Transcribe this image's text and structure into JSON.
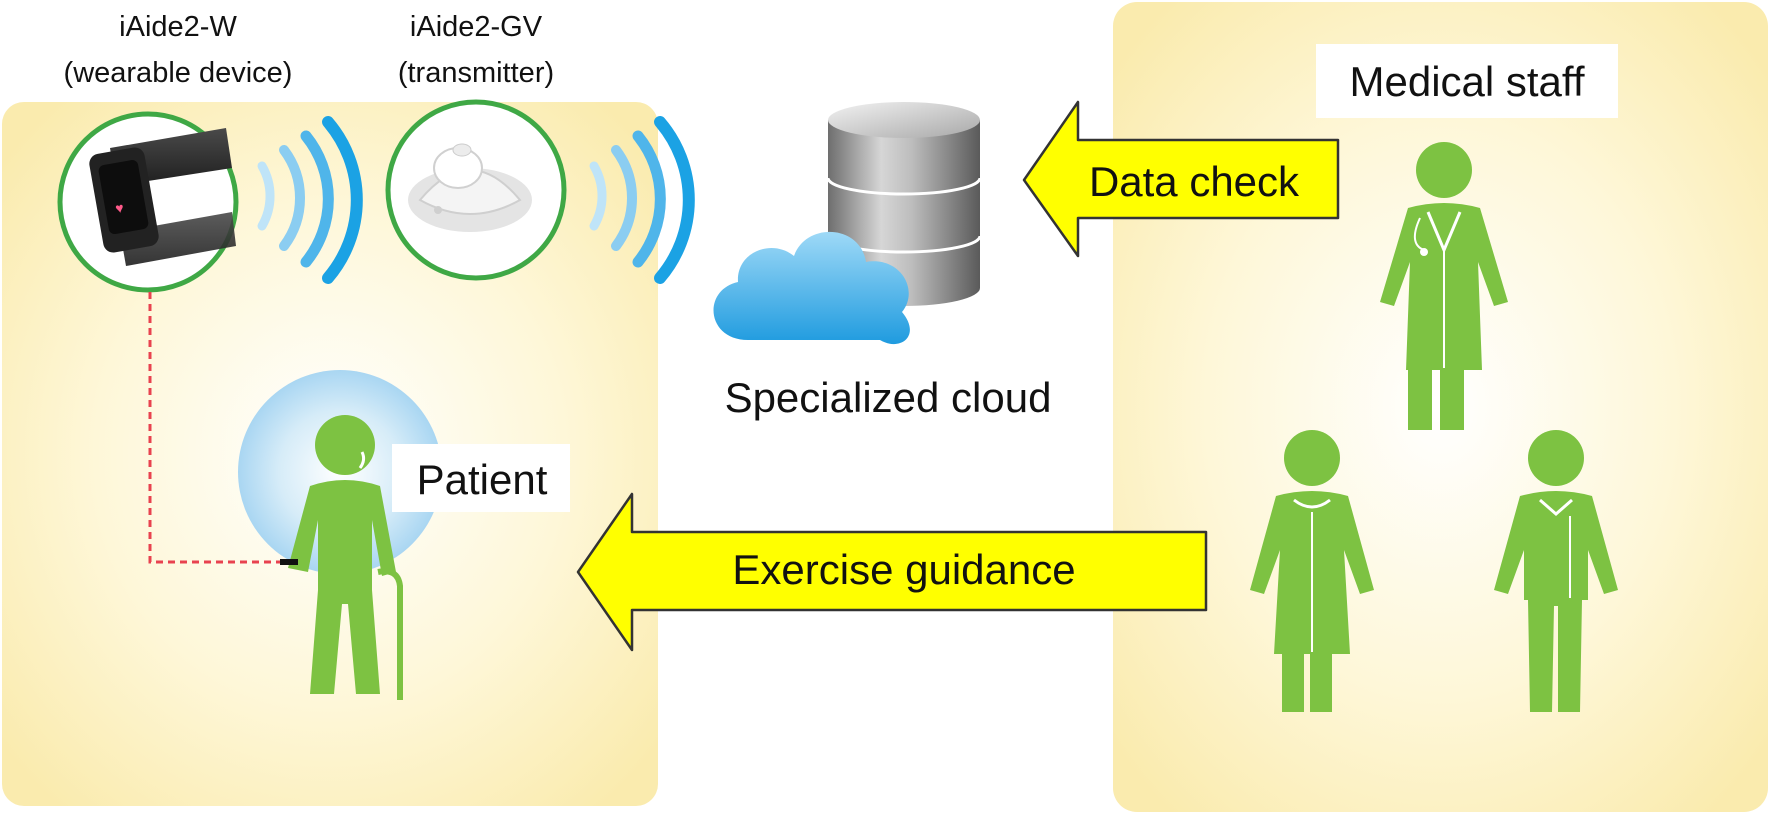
{
  "devices": {
    "wearable_name": "iAide2-W",
    "wearable_desc": "(wearable device)",
    "transmitter_name": "iAide2-GV",
    "transmitter_desc": "(transmitter)"
  },
  "labels": {
    "cloud": "Specialized cloud",
    "patient": "Patient",
    "medical_staff": "Medical staff"
  },
  "arrows": {
    "data_check": "Data check",
    "exercise_guidance": "Exercise guidance"
  },
  "colors": {
    "figure_green": "#7DC242",
    "ring_green": "#3FA845",
    "arrow_yellow": "#FFFF00",
    "wave_blue": "#1BA2E4",
    "cloud_blue": "#2EA9E6",
    "panel_yellow": "#FBEEB5",
    "connector_red": "#E8424F"
  }
}
